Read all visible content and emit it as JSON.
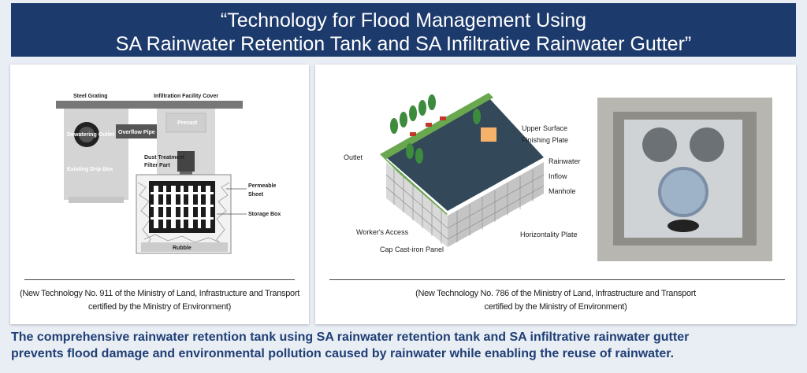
{
  "title": {
    "line1": "“Technology for Flood Management Using",
    "line2": "SA Rainwater Retention Tank and SA Infiltrative Rainwater Gutter”"
  },
  "left_diagram": {
    "labels": {
      "steel_grating": "Steel Grating",
      "infiltration_cover": "Infiltration Facility Cover",
      "precast": "Precast",
      "dewatering_outlet": "Dewatering Outlet",
      "overflow_pipe": "Overflow Pipe",
      "existing_drip_box": "Existing Drip Box",
      "dust_treatment": "Dust Treatment",
      "filter_part": "Filter Part",
      "permeable": "Permeable",
      "sheet": "Sheet",
      "storage_box": "Storage Box",
      "rubble": "Rubble"
    },
    "caption_line1": "(New Technology No. 911 of the Ministry of Land, Infrastructure and Transport",
    "caption_line2": "certified by the Ministry of Environment)"
  },
  "right_diagram": {
    "labels": {
      "upper_surface": "Upper Surface",
      "finishing_plate": "Finishing Plate",
      "outlet": "Outlet",
      "rainwater": "Rainwater",
      "inflow": "Inflow",
      "manhole": "Manhole",
      "workers_access": "Worker's Access",
      "horizontality_plate": "Horizontality Plate",
      "cap_panel": "Cap Cast-iron Panel"
    },
    "caption_line1": "(New Technology No. 786 of the Ministry of Land, Infrastructure and Transport",
    "caption_line2": "certified by the Ministry of Environment)"
  },
  "bottom_text": {
    "line1": "The comprehensive rainwater retention tank using SA rainwater retention tank and SA infiltrative rainwater gutter",
    "line2": "prevents flood damage and environmental pollution caused by rainwater while enabling the reuse of rainwater."
  },
  "colors": {
    "title_bg": "#1d3a6c",
    "bottom_text": "#1f3f75",
    "page_bg": "#e9edf4"
  }
}
